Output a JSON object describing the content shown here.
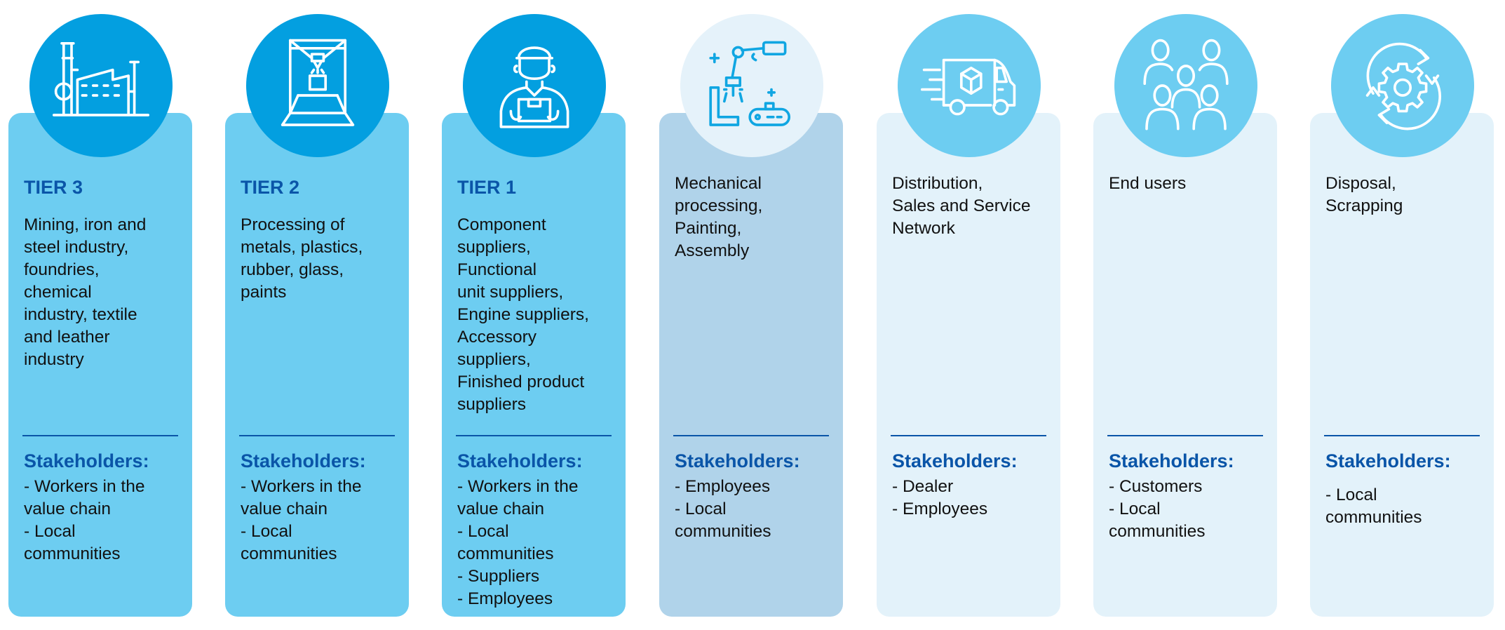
{
  "colors": {
    "tier_card": "#6dcdf1",
    "tier_circle": "#039fe0",
    "manufacturing_card": "#b0d3ea",
    "manufacturing_circle": "#e5f2fa",
    "downstream_card": "#e3f2fa",
    "downstream_circle": "#6dcdf1",
    "heading": "#0a55a8"
  },
  "stakeholders_label": "Stakeholders:",
  "stages": [
    {
      "icon": "factory-icon",
      "tier": "TIER 3",
      "description": [
        "Mining, iron and",
        "steel industry,",
        "foundries,",
        "chemical",
        "industry, textile",
        "and leather",
        "industry"
      ],
      "stakeholders": [
        "- Workers in the",
        "value chain",
        "- Local",
        "communities"
      ]
    },
    {
      "icon": "3d-printer-icon",
      "tier": "TIER 2",
      "description": [
        "Processing of",
        "metals, plastics,",
        "rubber, glass,",
        "paints"
      ],
      "stakeholders": [
        "- Workers in the",
        "value chain",
        "- Local",
        "communities"
      ]
    },
    {
      "icon": "supplier-worker-icon",
      "tier": "TIER 1",
      "description": [
        "Component",
        "suppliers,",
        "Functional",
        "unit suppliers,",
        "Engine suppliers,",
        "Accessory",
        "suppliers,",
        "Finished product",
        "suppliers"
      ],
      "stakeholders": [
        "- Workers in the",
        "value chain",
        "- Local",
        "communities",
        "- Suppliers",
        "- Employees"
      ]
    },
    {
      "icon": "robot-arm-icon",
      "tier": "",
      "description": [
        "Mechanical",
        "processing,",
        "Painting,",
        "Assembly"
      ],
      "stakeholders": [
        "- Employees",
        "- Local",
        "communities"
      ]
    },
    {
      "icon": "delivery-truck-icon",
      "tier": "",
      "description": [
        "Distribution,",
        "Sales and Service",
        "Network"
      ],
      "stakeholders": [
        "- Dealer",
        "- Employees"
      ]
    },
    {
      "icon": "user-group-icon",
      "tier": "",
      "description": [
        "End users"
      ],
      "stakeholders": [
        "- Customers",
        "- Local",
        "communities"
      ]
    },
    {
      "icon": "recycle-gear-icon",
      "tier": "",
      "description": [
        "Disposal,",
        "Scrapping"
      ],
      "stakeholders": [
        "- Local",
        "communities"
      ]
    }
  ]
}
